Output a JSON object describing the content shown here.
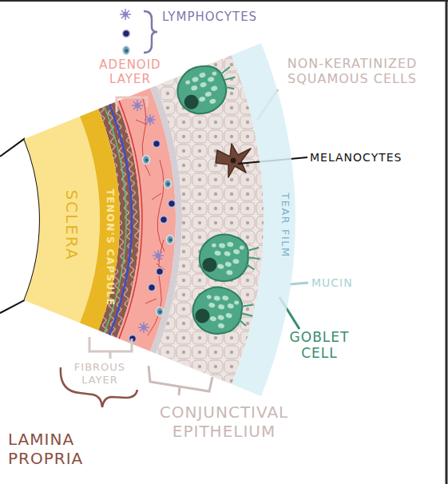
{
  "diagram": {
    "nodes": [
      {
        "text": [
          "SCLERA"
        ]
      },
      {
        "text": [
          "TENON'S CAPSULE"
        ]
      },
      {
        "text": [
          "TEAR FILM"
        ]
      }
    ],
    "labels": [
      "LYMPHOCYTES",
      "ADENOID LAYER",
      "NON-KERATINIZED SQUAMOUS CELLS",
      "MELANOCYTES",
      "MUCIN",
      "GOBLET CELL",
      "FIBROUS LAYER",
      "CONJUNCTIVAL EPITHELIUM",
      "LAMINA PROPRIA"
    ]
  }
}
